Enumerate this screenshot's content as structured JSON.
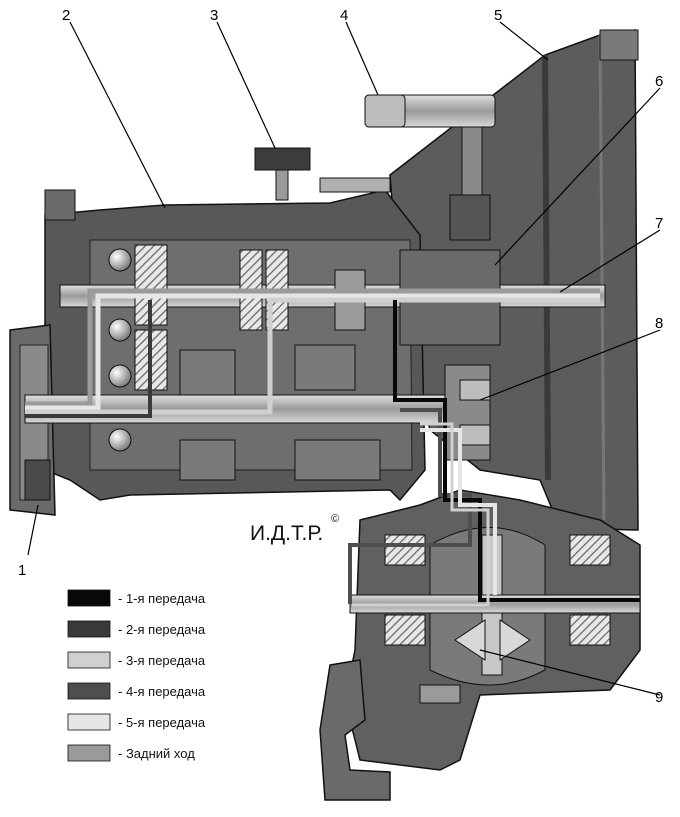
{
  "callouts": [
    {
      "label": "1"
    },
    {
      "label": "2"
    },
    {
      "label": "3"
    },
    {
      "label": "4"
    },
    {
      "label": "5"
    },
    {
      "label": "6"
    },
    {
      "label": "7"
    },
    {
      "label": "8"
    },
    {
      "label": "9"
    }
  ],
  "watermark": "И.Д.Т.Р.",
  "copyright_mark": "©",
  "legend": [
    {
      "label": "- 1-я  передача",
      "color": "#080808"
    },
    {
      "label": "- 2-я  передача",
      "color": "#3a3a3a"
    },
    {
      "label": "- 3-я  передача",
      "color": "#d0d0d0"
    },
    {
      "label": "- 4-я  передача",
      "color": "#4e4e4e"
    },
    {
      "label": "- 5-я  передача",
      "color": "#e6e6e6"
    },
    {
      "label": "- Задний ход",
      "color": "#9a9a9a"
    }
  ],
  "colors": {
    "housing": "#5a5a5a",
    "housing_dark": "#3c3c3c",
    "housing_light": "#8a8a8a",
    "shaft": "#b4b4b4",
    "outline": "#111111"
  }
}
